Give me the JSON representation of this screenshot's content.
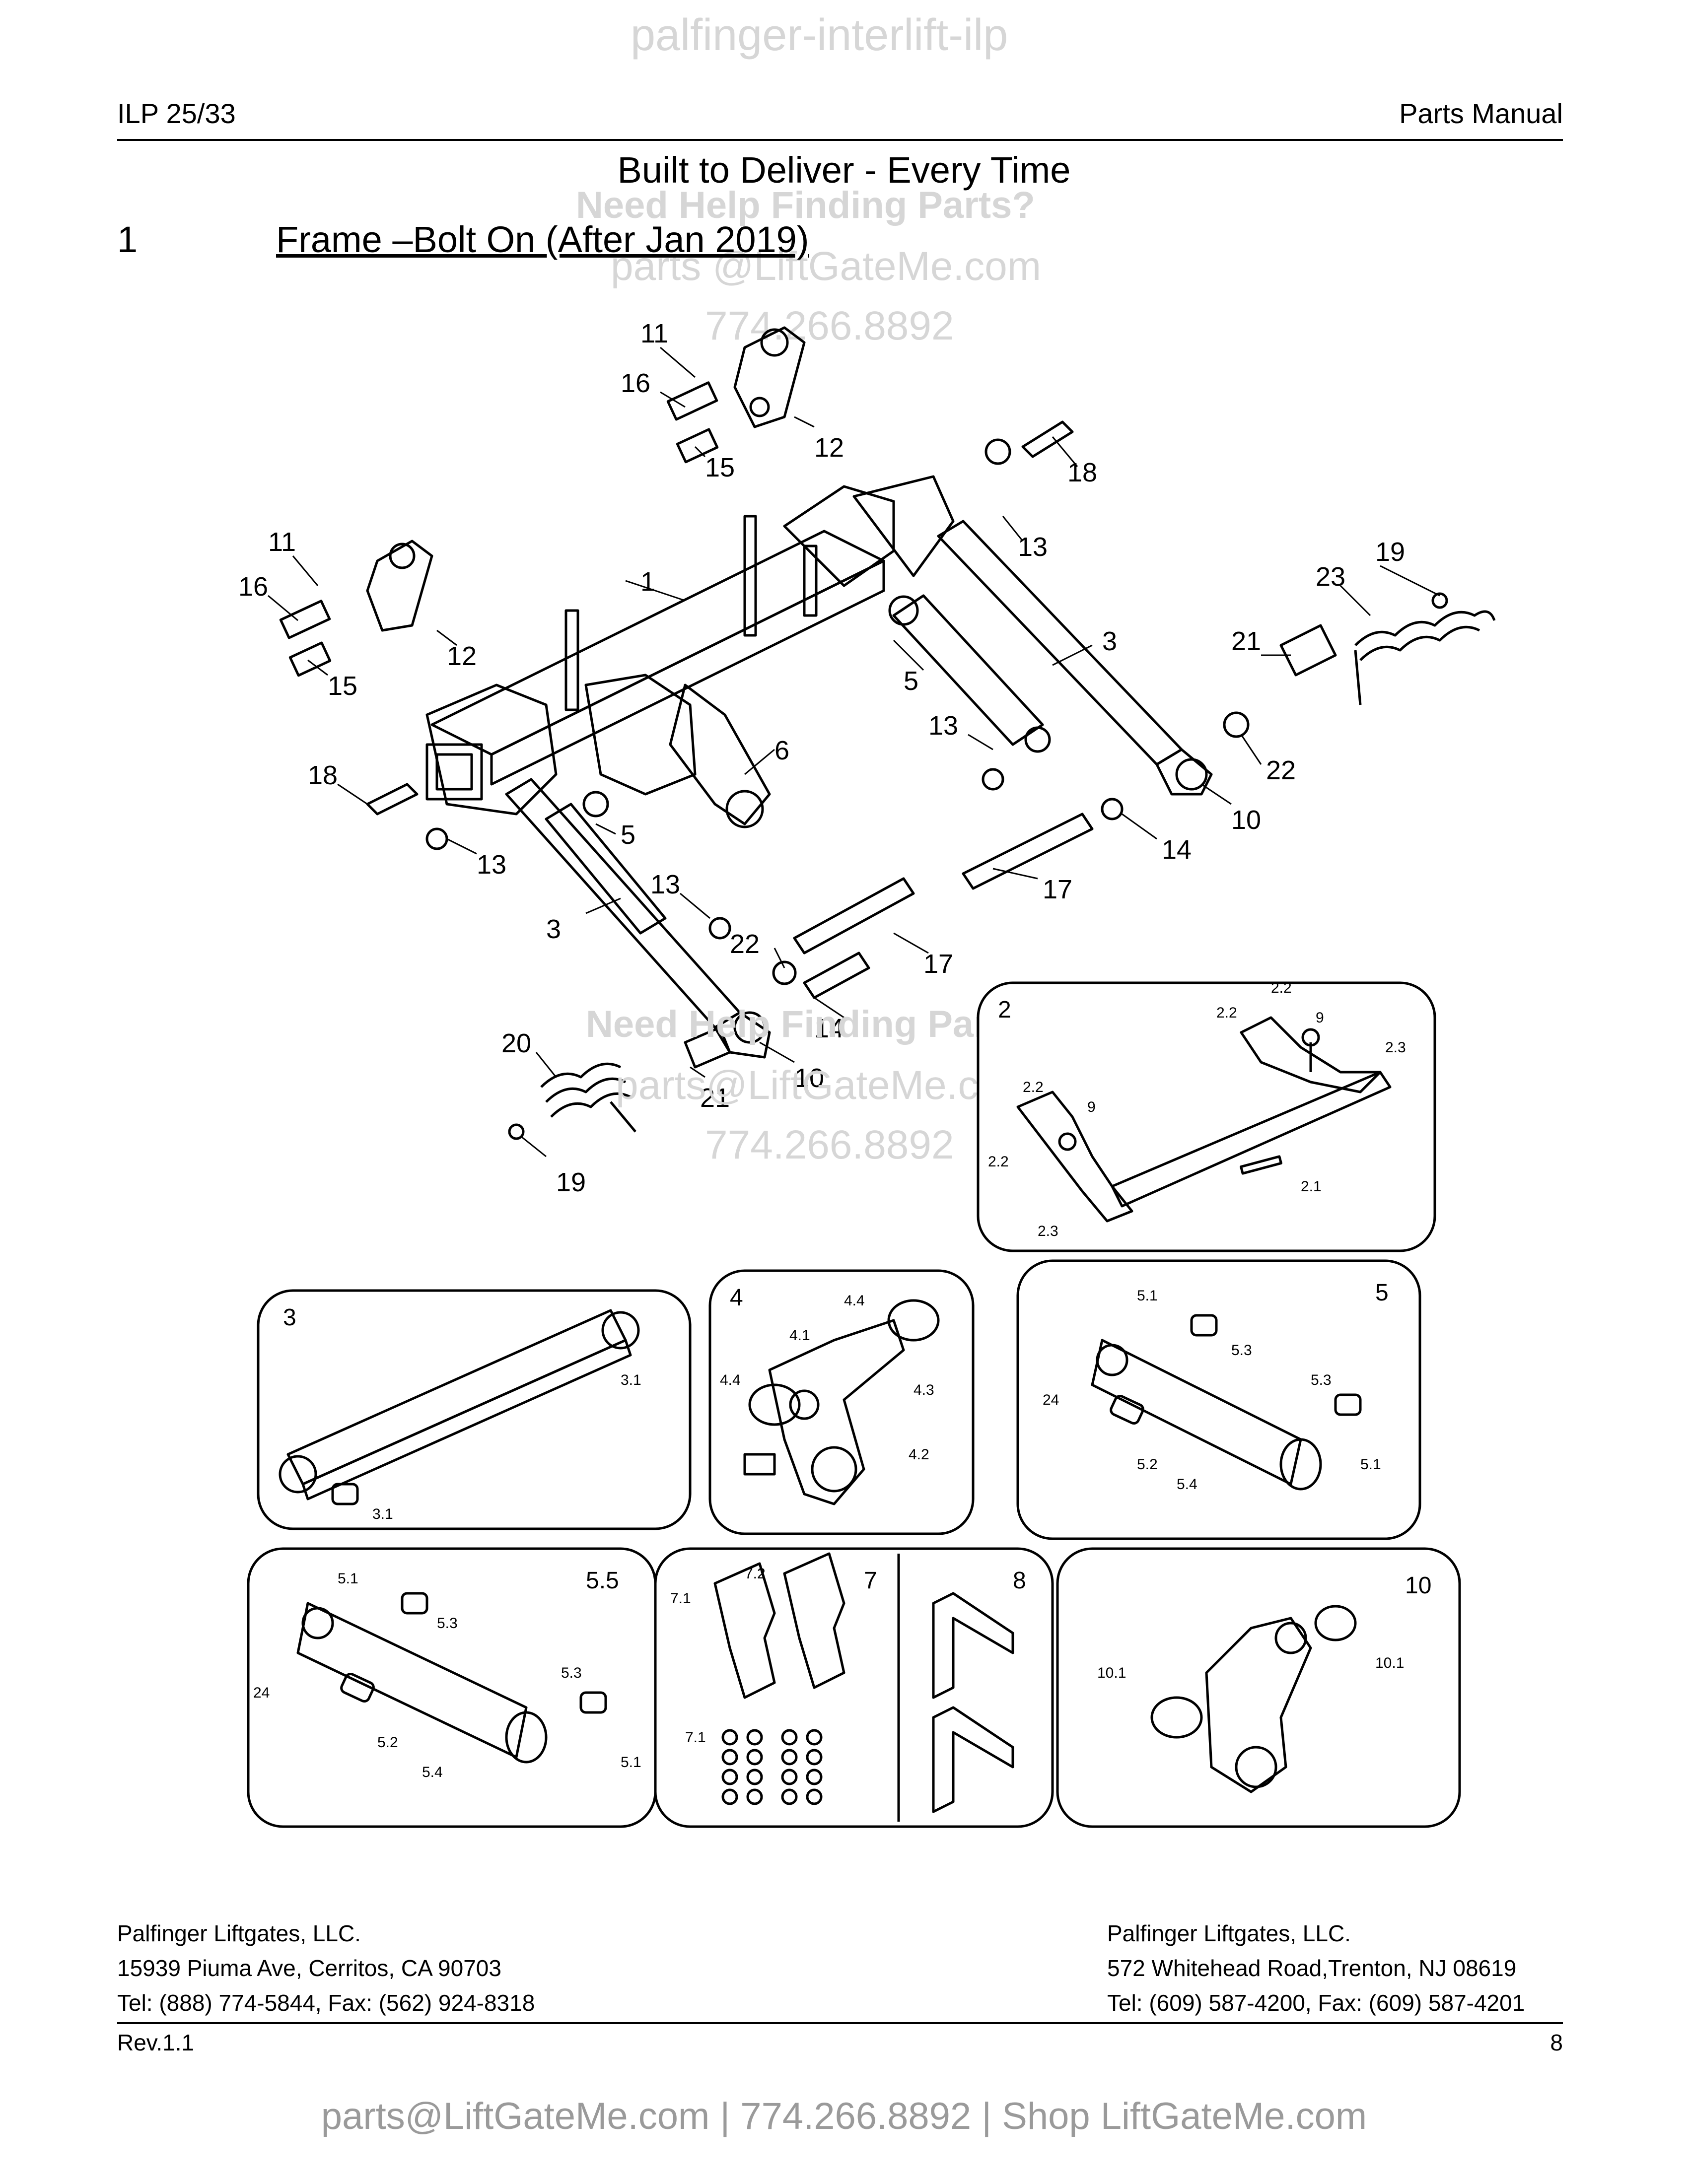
{
  "watermark": {
    "top": "palfinger-interlift-ilp",
    "mid1": "Need Help Finding Parts?",
    "mid2": "parts @LiftGateMe.com",
    "mid3": "774.266.8892",
    "lower1": "Need Help Finding Parts?",
    "lower2": "parts@LiftGateMe.com",
    "lower3": "774.266.8892"
  },
  "header": {
    "model": "ILP 25/33",
    "manual": "Parts Manual"
  },
  "tagline": "Built to Deliver - Every Time",
  "section": {
    "number": "1",
    "title": "Frame –Bolt On (After Jan 2019)"
  },
  "main_callouts": {
    "c11a": "11",
    "c16a": "16",
    "c12a": "12",
    "c15a": "15",
    "c18a": "18",
    "c13a": "13",
    "c11b": "11",
    "c16b": "16",
    "c12b": "12",
    "c15b": "15",
    "c1": "1",
    "c19a": "19",
    "c23": "23",
    "c3a": "3",
    "c21a": "21",
    "c5a": "5",
    "c13b": "13",
    "c22a": "22",
    "c6": "6",
    "c10a": "10",
    "c18b": "18",
    "c14a": "14",
    "c5b": "5",
    "c13c": "13",
    "c17a": "17",
    "c3b": "3",
    "c22b": "22",
    "c17b": "17",
    "c14b": "14",
    "c20": "20",
    "c21b": "21",
    "c10b": "10",
    "c19b": "19"
  },
  "panels": {
    "p2": {
      "label": "2",
      "c22a": "2.2",
      "c22b": "2.2",
      "c9a": "9",
      "c23a": "2.3",
      "c22c": "2.2",
      "c9b": "9",
      "c22d": "2.2",
      "c21": "2.1",
      "c23b": "2.3"
    },
    "p3": {
      "label": "3",
      "c31a": "3.1",
      "c31b": "3.1"
    },
    "p4": {
      "label": "4",
      "c44a": "4.4",
      "c41": "4.1",
      "c44b": "4.4",
      "c43": "4.3",
      "c42": "4.2"
    },
    "p5": {
      "label": "5",
      "c51a": "5.1",
      "c53a": "5.3",
      "c24": "24",
      "c53b": "5.3",
      "c52": "5.2",
      "c54": "5.4",
      "c51b": "5.1"
    },
    "p55": {
      "label": "5.5",
      "c51a": "5.1",
      "c53a": "5.3",
      "c24": "24",
      "c53b": "5.3",
      "c52": "5.2",
      "c54": "5.4",
      "c51b": "5.1"
    },
    "p7": {
      "label": "7",
      "c72": "7.2",
      "c71a": "7.1",
      "c71b": "7.1"
    },
    "p8": {
      "label": "8"
    },
    "p10": {
      "label": "10",
      "c101a": "10.1",
      "c101b": "10.1"
    }
  },
  "footer": {
    "left": {
      "company": "Palfinger Liftgates, LLC.",
      "address": "15939 Piuma Ave, Cerritos, CA 90703",
      "tel": "Tel: (888) 774-5844, Fax: (562) 924-8318"
    },
    "right": {
      "company": "Palfinger Liftgates, LLC.",
      "address": "572 Whitehead Road,Trenton, NJ 08619",
      "tel": "Tel: (609) 587-4200, Fax: (609) 587-4201"
    },
    "revision": "Rev.1.1",
    "page": "8"
  },
  "contact_bar": "parts@LiftGateMe.com | 774.266.8892 | Shop LiftGateMe.com"
}
